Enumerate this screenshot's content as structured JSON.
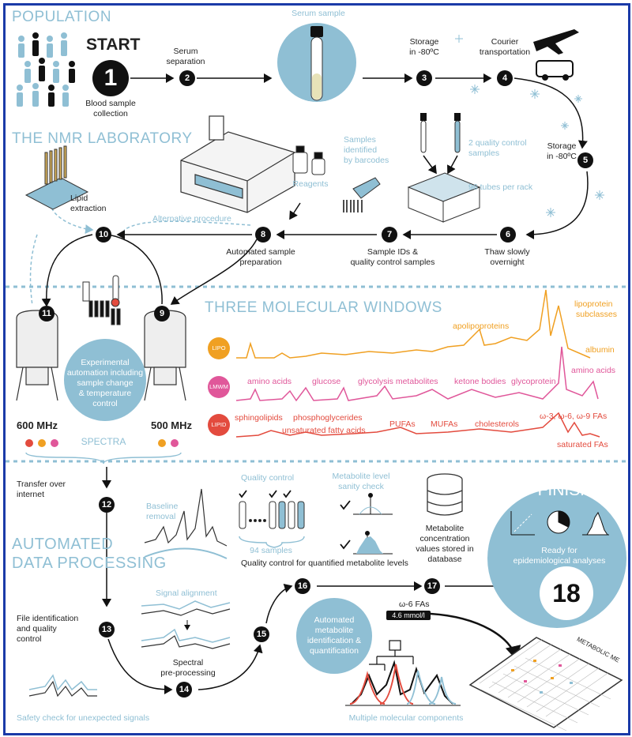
{
  "colors": {
    "frame": "#1a3aa8",
    "accent": "#8fbfd4",
    "lipo": "#f0a022",
    "lmwm": "#e0579a",
    "lipid": "#e34b3e",
    "dark": "#111111"
  },
  "headers": {
    "population": "POPULATION",
    "nmr_lab": "THE NMR LABORATORY",
    "windows": "THREE MOLECULAR WINDOWS",
    "automated": "AUTOMATED",
    "data_processing": "DATA PROCESSING",
    "finish": "FINISH"
  },
  "start": {
    "label": "START",
    "number": "1",
    "caption_l1": "Blood sample",
    "caption_l2": "collection"
  },
  "steps": {
    "n2": "2",
    "n3": "3",
    "n4": "4",
    "n5": "5",
    "n6": "6",
    "n7": "7",
    "n8": "8",
    "n9": "9",
    "n10": "10",
    "n11": "11",
    "n12": "12",
    "n13": "13",
    "n14": "14",
    "n15": "15",
    "n16": "16",
    "n17": "17",
    "n18": "18"
  },
  "labels": {
    "serum_sep_l1": "Serum",
    "serum_sep_l2": "separation",
    "serum_sample": "Serum sample",
    "storage1_l1": "Storage",
    "storage1_l2": "in -80ºC",
    "courier_l1": "Courier",
    "courier_l2": "transportation",
    "storage2_l1": "Storage",
    "storage2_l2": "in -80ºC",
    "thaw_l1": "Thaw slowly",
    "thaw_l2": "overnight",
    "sample_ids_l1": "Sample IDs &",
    "sample_ids_l2": "quality control samples",
    "auto_prep_l1": "Automated sample",
    "auto_prep_l2": "preparation",
    "reagents": "Reagents",
    "barcodes_l1": "Samples",
    "barcodes_l2": "identified",
    "barcodes_l3": "by barcodes",
    "qc_samples_l1": "2 quality control",
    "qc_samples_l2": "samples",
    "tubes_rack": "96 tubes per rack",
    "lipid_ext_l1": "Lipid",
    "lipid_ext_l2": "extraction",
    "alt_proc": "Alternative procedure",
    "experimental_l1": "Experimental",
    "experimental_l2": "automation including",
    "experimental_l3": "sample change",
    "experimental_l4": "& temperature",
    "experimental_l5": "control",
    "mhz600": "600 MHz",
    "mhz500": "500 MHz",
    "spectra": "SPECTRA",
    "transfer_l1": "Transfer over",
    "transfer_l2": "internet",
    "baseline_l1": "Baseline",
    "baseline_l2": "removal",
    "qc_title": "Quality control",
    "samples94": "94 samples",
    "sanity_l1": "Metabolite level",
    "sanity_l2": "sanity check",
    "qc_quant": "Quality control for quantified metabolite levels",
    "metab_db_l1": "Metabolite",
    "metab_db_l2": "concentration",
    "metab_db_l3": "values stored in",
    "metab_db_l4": "database",
    "ready_l1": "Ready for",
    "ready_l2": "epidemiological analyses",
    "file_id_l1": "File identification",
    "file_id_l2": "and quality",
    "file_id_l3": "control",
    "signal_align": "Signal alignment",
    "spectral_pre_l1": "Spectral",
    "spectral_pre_l2": "pre-processing",
    "safety": "Safety check for unexpected signals",
    "auto_metab_l1": "Automated",
    "auto_metab_l2": "metabolite",
    "auto_metab_l3": "identification &",
    "auto_metab_l4": "quantification",
    "omega6": "ω-6 FAs",
    "conc": "4.6 mmol/l",
    "multi_comp": "Multiple molecular components",
    "metabolic_sheet": "METABOLIC ME"
  },
  "windows": {
    "lipo": "LIPO",
    "lmwm": "LMWM",
    "lipid": "LIPID",
    "lipo_labels": {
      "apolipo": "apolipoproteins",
      "lipoprot_l1": "lipoprotein",
      "lipoprot_l2": "subclasses",
      "albumin": "albumin"
    },
    "lmwm_labels": {
      "amino": "amino acids",
      "glucose": "glucose",
      "glycolysis": "glycolysis metabolites",
      "ketone": "ketone bodies",
      "glycoprotein": "glycoprotein",
      "amino2": "amino acids"
    },
    "lipid_labels": {
      "sphingo": "sphingolipids",
      "phospho": "phosphoglycerides",
      "unsat": "unsaturated fatty acids",
      "pufa": "PUFAs",
      "mufa": "MUFAs",
      "chol": "cholesterols",
      "omega": "ω-3, ω-6, ω-9 FAs",
      "sat": "saturated FAs"
    }
  }
}
